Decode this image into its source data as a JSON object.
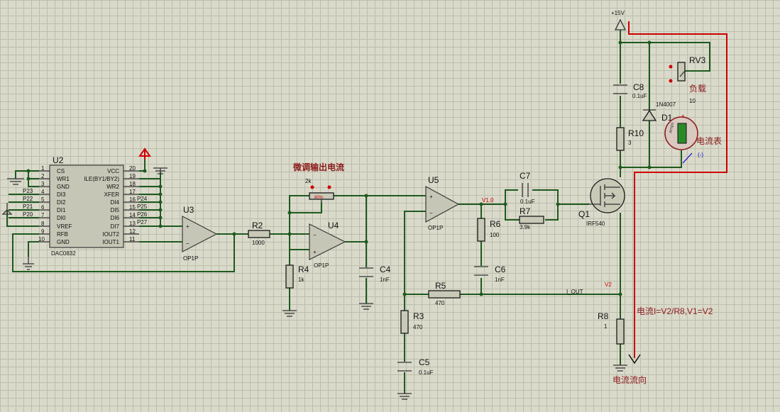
{
  "u2": {
    "ref": "U2",
    "part": "DAC0832",
    "left_pins": [
      "CS",
      "WR1",
      "GND",
      "DI3",
      "DI2",
      "DI1",
      "DI0",
      "VREF",
      "RFB",
      "GND"
    ],
    "left_nums": [
      "1",
      "2",
      "3",
      "4",
      "5",
      "6",
      "7",
      "8",
      "9",
      "10"
    ],
    "right_pins": [
      "VCC",
      "ILE(BY1/BY2)",
      "WR2",
      "XFER",
      "DI4",
      "DI5",
      "DI6",
      "DI7",
      "IOUT2",
      "IOUT1"
    ],
    "right_nums": [
      "20",
      "19",
      "18",
      "17",
      "16",
      "15",
      "14",
      "13",
      "12",
      "11"
    ],
    "nets_left": [
      "P23",
      "P22",
      "P21",
      "P20"
    ],
    "nets_right": [
      "P24",
      "P25",
      "P26",
      "P27"
    ]
  },
  "u3": {
    "ref": "U3",
    "part": "OP1P"
  },
  "u4": {
    "ref": "U4",
    "part": "OP1P"
  },
  "u5": {
    "ref": "U5",
    "part": "OP1P"
  },
  "r2": {
    "ref": "R2",
    "value": "1000"
  },
  "r3": {
    "ref": "R3",
    "value": "470"
  },
  "r4": {
    "ref": "R4",
    "value": "1k"
  },
  "r5": {
    "ref": "R5",
    "value": "470"
  },
  "r6": {
    "ref": "R6",
    "value": "100"
  },
  "r7": {
    "ref": "R7",
    "value": "3.9k"
  },
  "r8": {
    "ref": "R8",
    "value": "1"
  },
  "r10": {
    "ref": "R10",
    "value": "3"
  },
  "c4": {
    "ref": "C4",
    "value": "1nF"
  },
  "c5": {
    "ref": "C5",
    "value": "0.1uF"
  },
  "c6": {
    "ref": "C6",
    "value": "1nF"
  },
  "c7": {
    "ref": "C7",
    "value": "0.1uF"
  },
  "c8": {
    "ref": "C8",
    "value": "0.1uF"
  },
  "d1": {
    "ref": "D1",
    "part": "1N4007"
  },
  "q1": {
    "ref": "Q1",
    "part": "IRF540"
  },
  "rv3": {
    "ref": "RV3",
    "load_label": "负载",
    "value": "10"
  },
  "pot": {
    "value": "2k",
    "percent": "80%"
  },
  "ammeter": {
    "label": "电流表",
    "unit": "Amps",
    "plus": "+",
    "minus": "(-)"
  },
  "power": {
    "v15": "+15V"
  },
  "nets": {
    "v1": "V1.0",
    "v2": "V2",
    "i_out": "I_OUT"
  },
  "annotations": {
    "fine_tune": "微调输出电流",
    "formula": "电流I=V2/R8,V1=V2",
    "direction": "电流流向"
  },
  "colors": {
    "wire": "#1e5a1e",
    "annotation": "#8b1a1a",
    "highlight": "#cc0000"
  }
}
